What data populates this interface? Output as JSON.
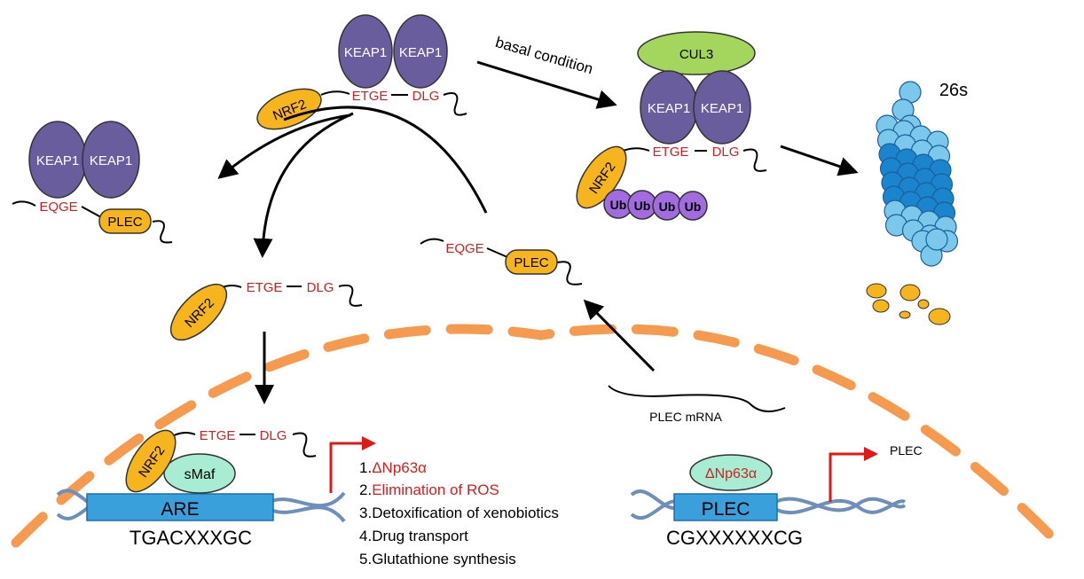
{
  "colors": {
    "keap1": "#6a5d9e",
    "nrf2": "#f6b51c",
    "motif_text": "#d42020",
    "cul3": "#a4d65e",
    "ub": "#a36be0",
    "smaf": "#a8ecd4",
    "box": "#3aa0dc",
    "nucleus": "#f59a4e",
    "proteasome_light": "#7cc8ec",
    "proteasome_dark": "#1a84cc",
    "promoter_arrow": "#e01818"
  },
  "labels": {
    "keap1": "KEAP1",
    "nrf2": "NRF2",
    "etge": "ETGE",
    "dlg": "DLG",
    "eqge": "EQGE",
    "plec": "PLEC",
    "cul3": "CUL3",
    "ub": "Ub",
    "smaf": "sMaf",
    "dnp63": "ΔNp63α",
    "basal_condition": "basal condition",
    "proteasome": "26s",
    "plec_mrna": "PLEC mRNA",
    "are_box": "ARE",
    "are_seq": "TGACXXXGC",
    "plec_box": "PLEC",
    "plec_seq": "CGXXXXXXCG",
    "plec_target": "PLEC"
  },
  "target_genes": [
    {
      "num": "1.",
      "text": "ΔNp63α",
      "highlight": true
    },
    {
      "num": "2.",
      "text": "Elimination of ROS",
      "highlight": true
    },
    {
      "num": "3.",
      "text": "Detoxification of xenobiotics",
      "highlight": false
    },
    {
      "num": "4.",
      "text": "Drug transport",
      "highlight": false
    },
    {
      "num": "5.",
      "text": "Glutathione synthesis",
      "highlight": false
    }
  ]
}
